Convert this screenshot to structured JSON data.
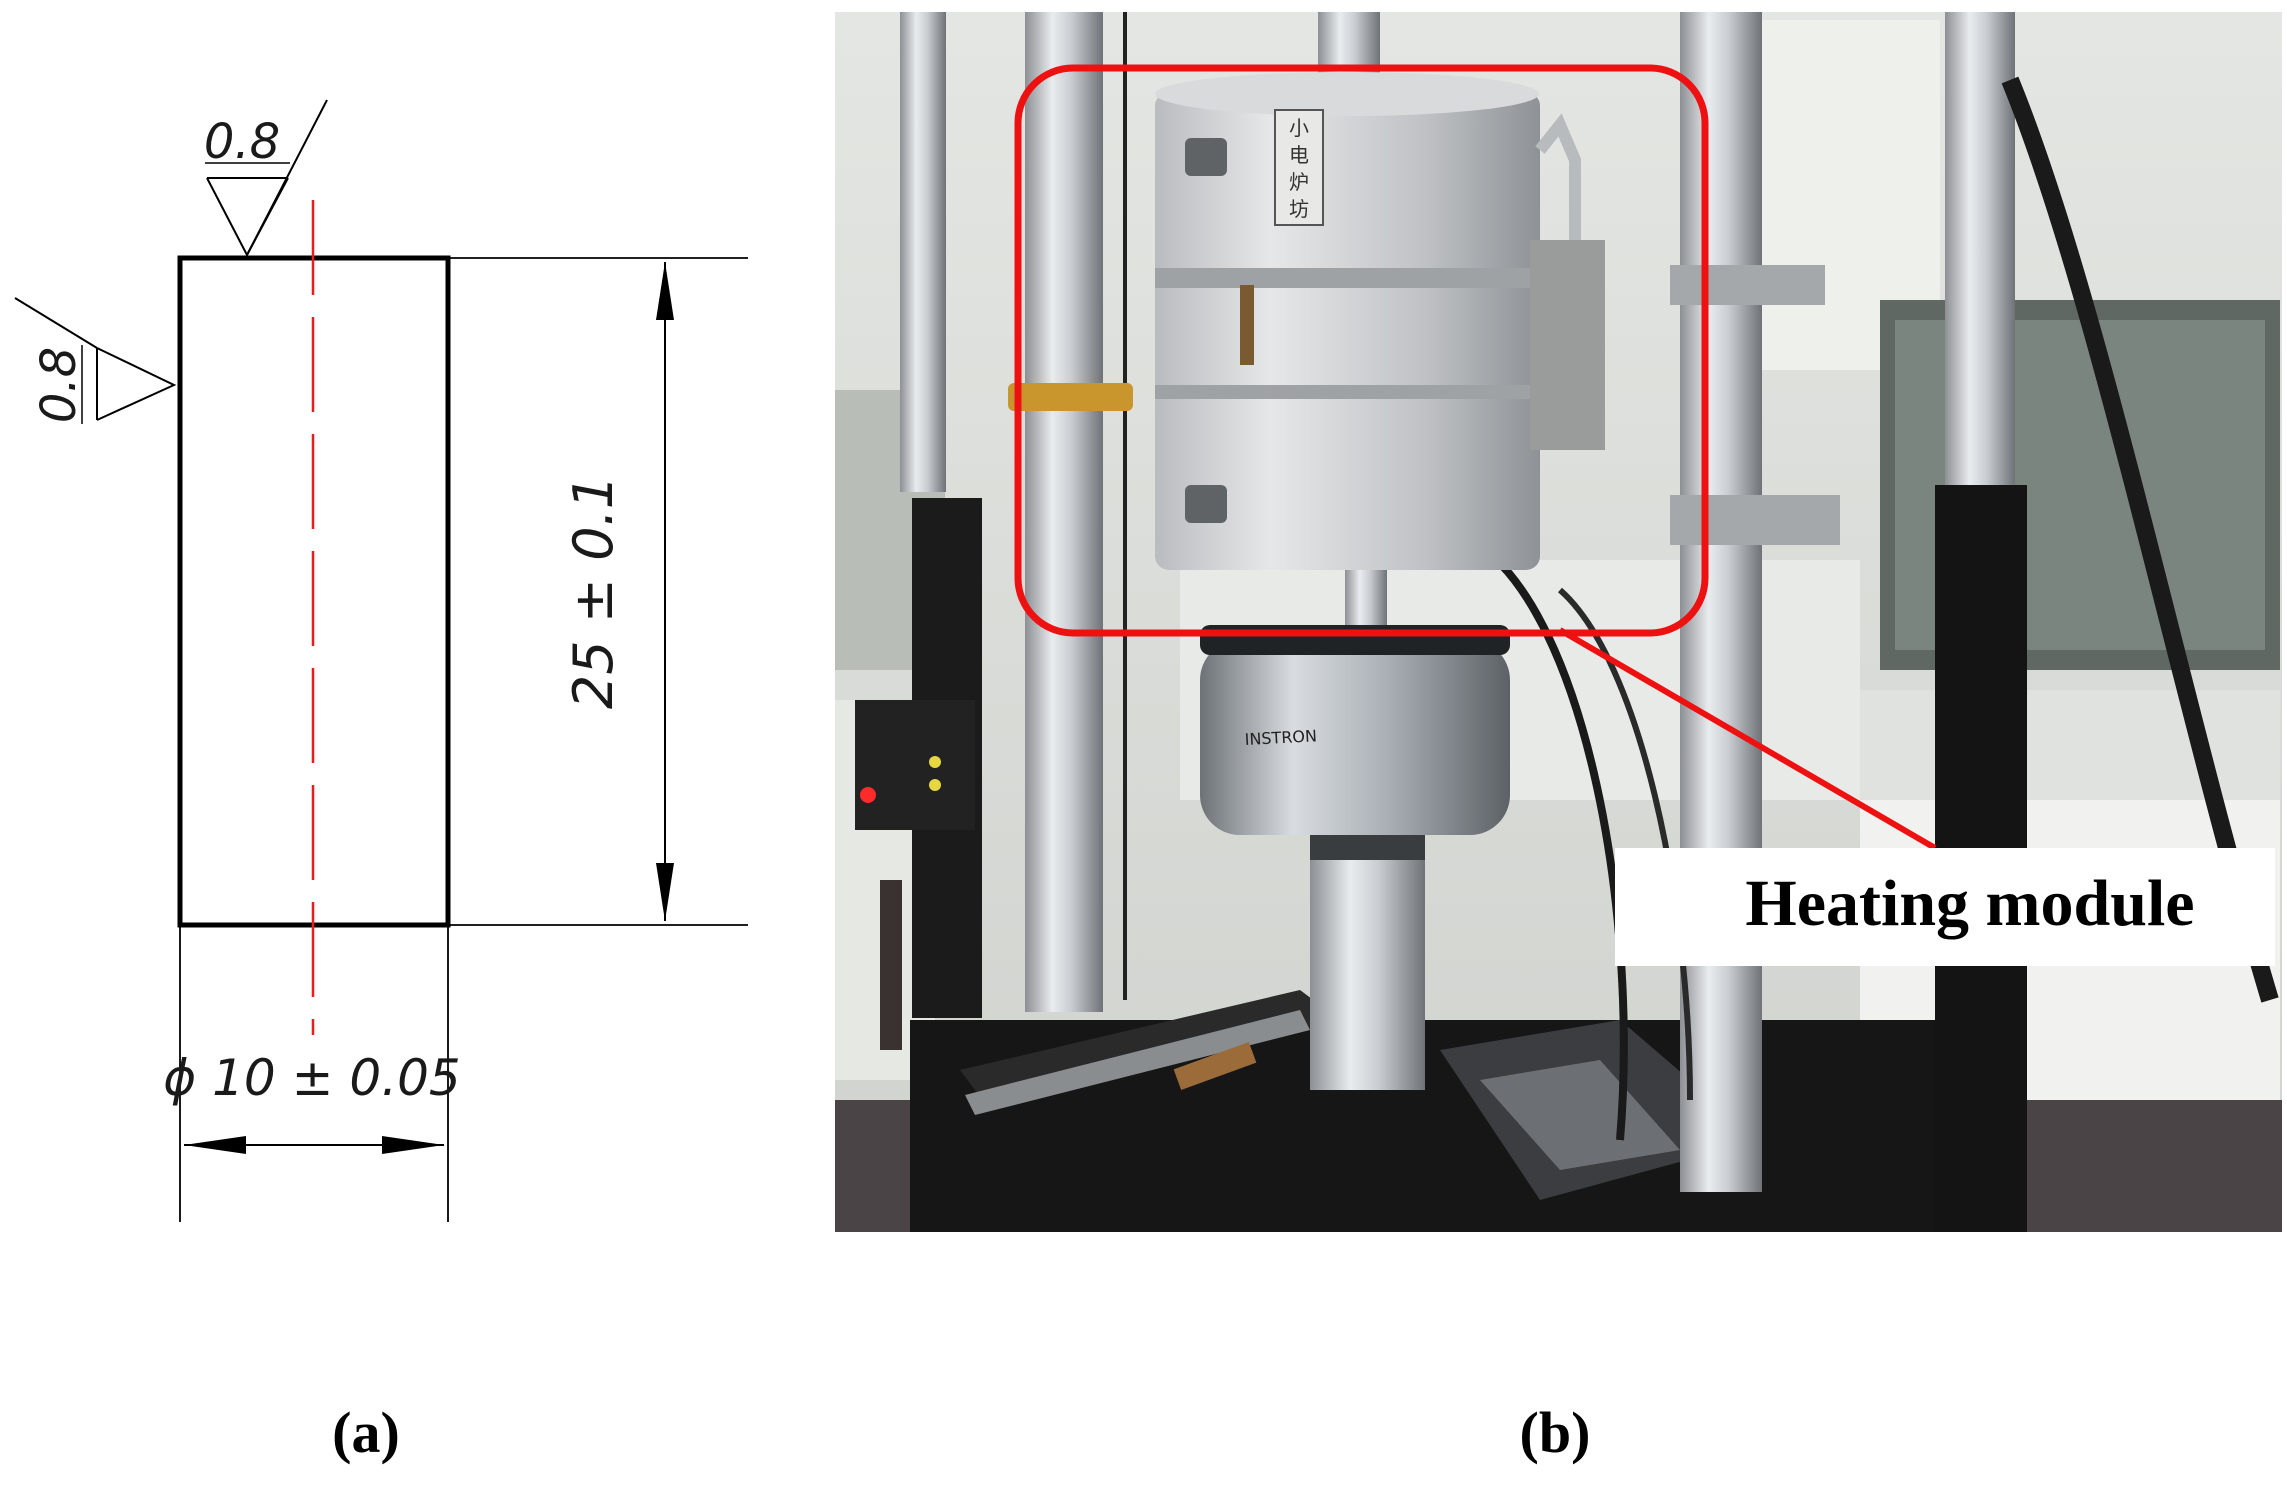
{
  "panel_a": {
    "roughness_top": "0.8",
    "roughness_left": "0.8",
    "height_dim": "25 ± 0.1",
    "diameter_dim": "ϕ 10 ± 0.05",
    "caption": "(a)"
  },
  "panel_b": {
    "photo_label": "Heating module",
    "nameplate_chars": [
      "小",
      "电",
      "炉",
      "坊"
    ],
    "cell_brand": "INSTRON",
    "highlight_color": "#ee1111",
    "caption": "(b)"
  }
}
